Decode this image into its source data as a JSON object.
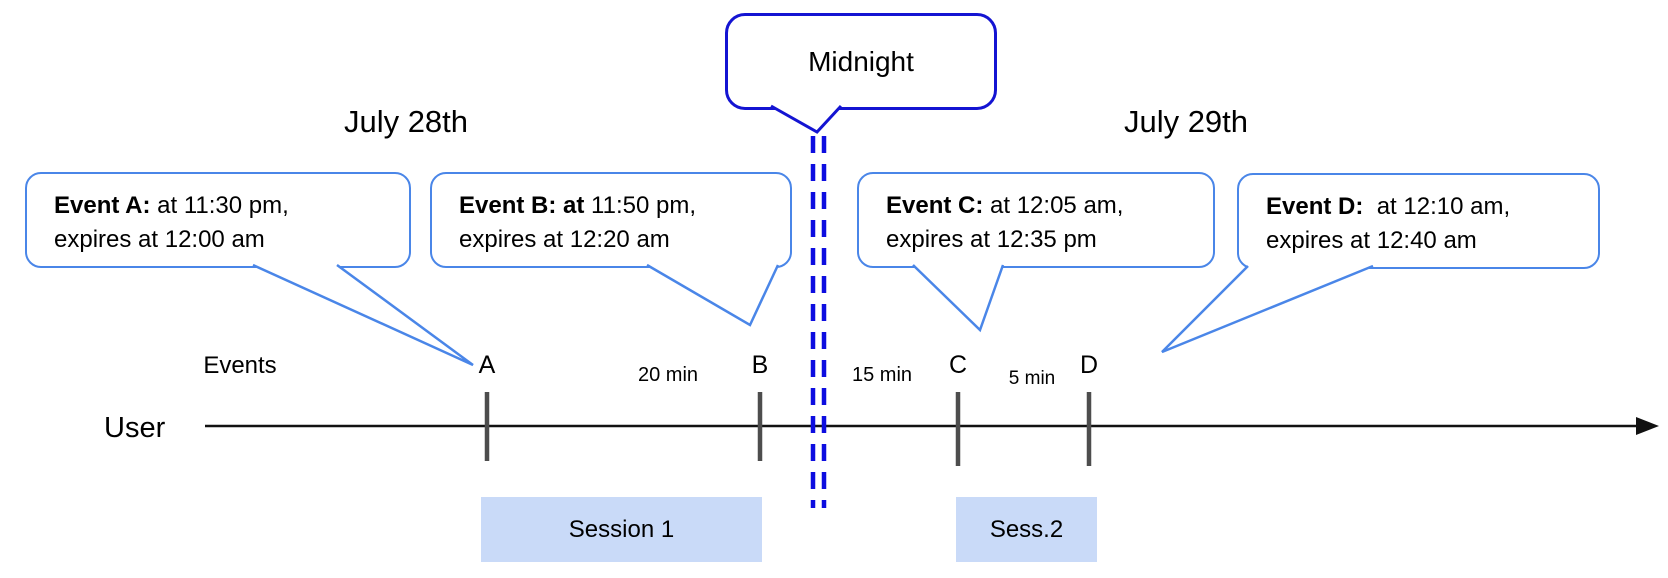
{
  "diagram": {
    "title_context": "Event timeline across midnight",
    "dates": {
      "left": "July 28th",
      "right": "July 29th"
    },
    "midnight": {
      "label": "Midnight"
    },
    "axis": {
      "events_label": "Events",
      "user_label": "User"
    },
    "events": [
      {
        "id": "A",
        "bold": "Event A:",
        "line1_rest": " at 11:30 pm,",
        "line2": "expires at 12:00 am"
      },
      {
        "id": "B",
        "bold": "Event B: at",
        "line1_rest": " 11:50 pm,",
        "line2": "expires at 12:20 am"
      },
      {
        "id": "C",
        "bold": "Event C:",
        "line1_rest": " at 12:05 am,",
        "line2": "expires at 12:35 pm"
      },
      {
        "id": "D",
        "bold": "Event D:",
        "line1_rest": "  at 12:10 am,",
        "line2": "expires at 12:40 am"
      }
    ],
    "intervals": [
      {
        "label": "20 min",
        "between": "A-B"
      },
      {
        "label": "15 min",
        "between": "B-C"
      },
      {
        "label": "5 min",
        "between": "C-D"
      }
    ],
    "sessions": [
      {
        "label": "Session 1"
      },
      {
        "label": "Sess.2"
      }
    ],
    "colors": {
      "event_bubble_border": "#4a86e8",
      "midnight_border": "#1414d2",
      "dashed_midnight_line": "#0d0de0",
      "session_fill": "#c9daf8",
      "tick": "#4d4d4d",
      "timeline": "#111111"
    }
  }
}
